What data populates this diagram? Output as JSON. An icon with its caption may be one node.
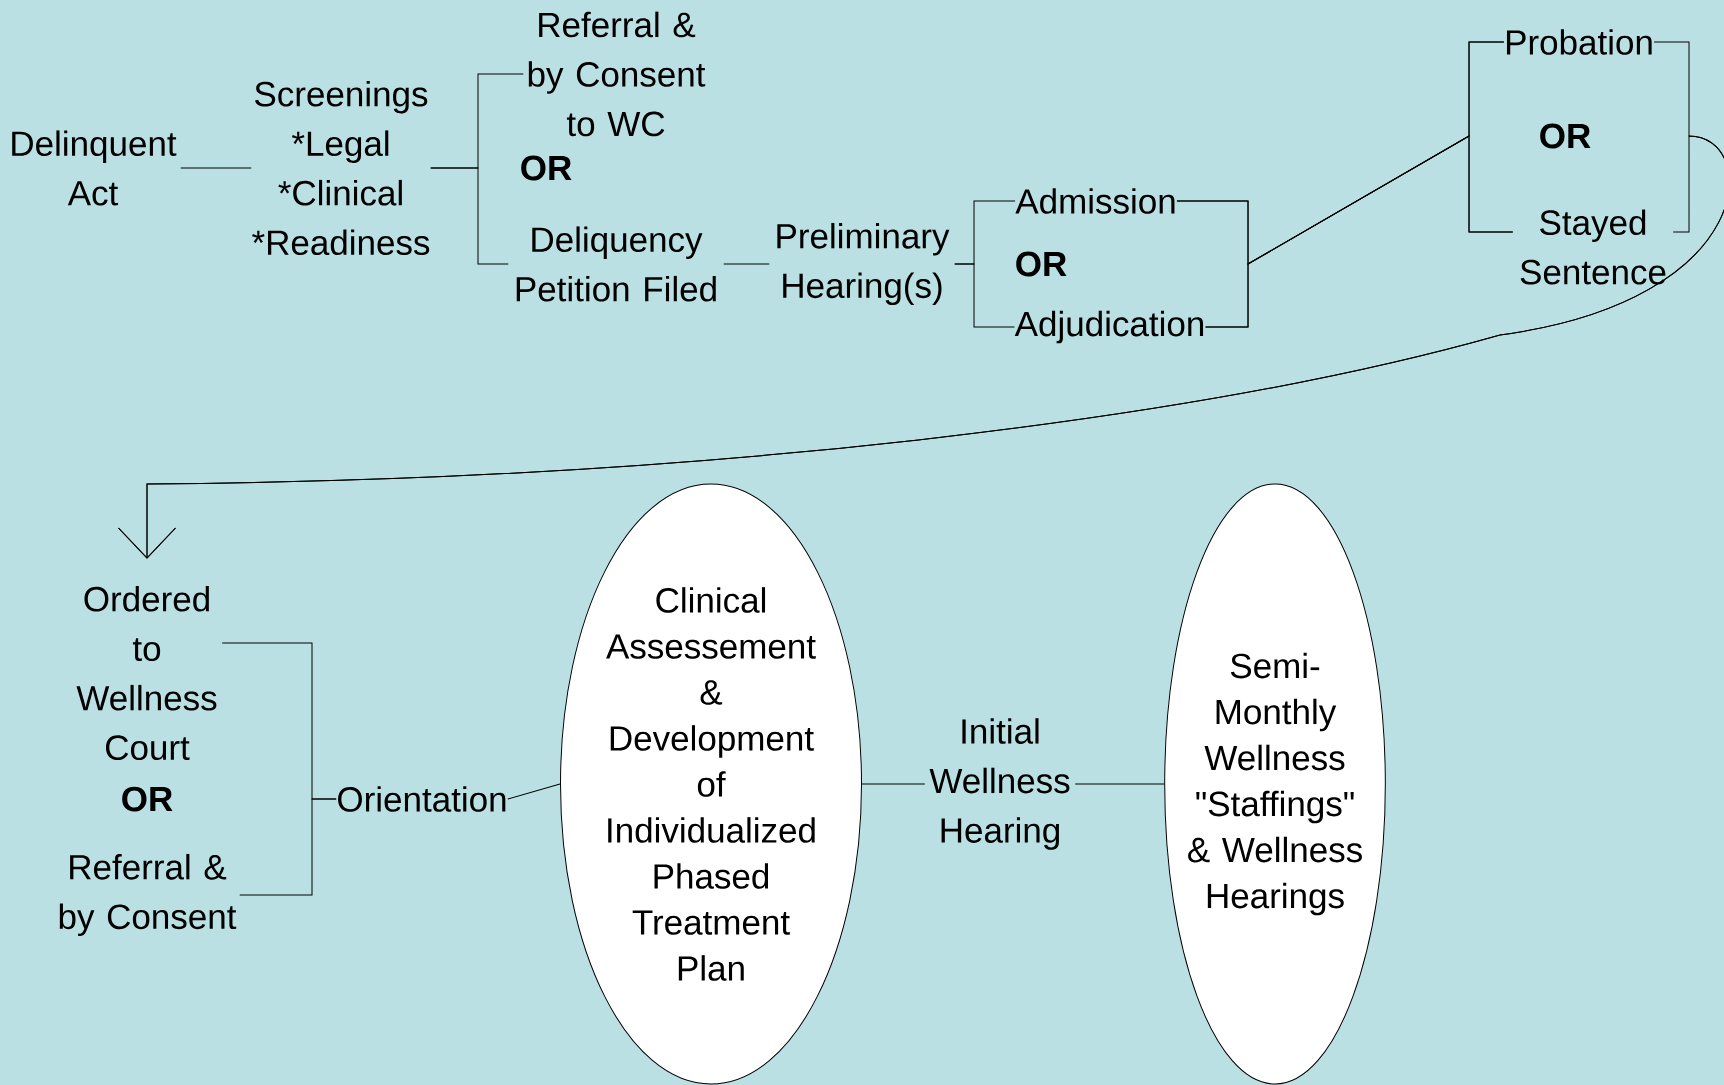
{
  "diagram": {
    "nodes": [
      {
        "text": [
          "Delinquent Act"
        ]
      },
      {
        "text": [
          "Screenings",
          "*Legal",
          "*Clinical",
          "*Readiness"
        ]
      },
      {
        "text": [
          "Referral & by Consent to WC"
        ]
      },
      {
        "text": [
          "Deliquency Petition Filed"
        ]
      },
      {
        "text": [
          "Preliminary Hearing(s)"
        ]
      },
      {
        "text": [
          "Admission"
        ]
      },
      {
        "text": [
          "Adjudication"
        ]
      },
      {
        "text": [
          "Probation"
        ]
      },
      {
        "text": [
          "Stayed Sentence"
        ]
      },
      {
        "text": [
          "Ordered to Wellness Court"
        ]
      },
      {
        "text": [
          "Referral & by Consent"
        ]
      },
      {
        "text": [
          "Orientation"
        ]
      },
      {
        "text": [
          "Clinical Assessement & Development of Individualized Phased Treatment Plan"
        ]
      },
      {
        "text": [
          "Initial Wellness Hearing"
        ]
      },
      {
        "text": [
          "Semi-Monthly Wellness \"Staffings\" & Wellness Hearings"
        ]
      }
    ],
    "edges": [
      {
        "from": 0,
        "to": 1,
        "arrow": "none"
      },
      {
        "from": 1,
        "to": 2,
        "arrow": "none"
      },
      {
        "from": 1,
        "to": 3,
        "arrow": "none"
      },
      {
        "from": 3,
        "to": 4,
        "arrow": "none"
      },
      {
        "from": 4,
        "to": 5,
        "arrow": "none"
      },
      {
        "from": 4,
        "to": 6,
        "arrow": "none"
      },
      {
        "from": 5,
        "to": 7,
        "arrow": "none"
      },
      {
        "from": 5,
        "to": 8,
        "arrow": "none"
      },
      {
        "from": 6,
        "to": 7,
        "arrow": "none"
      },
      {
        "from": 6,
        "to": 8,
        "arrow": "none"
      },
      {
        "from": 7,
        "to": 9,
        "arrow": "to"
      },
      {
        "from": 8,
        "to": 9,
        "arrow": "to"
      },
      {
        "from": 9,
        "to": 11,
        "arrow": "none"
      },
      {
        "from": 10,
        "to": 11,
        "arrow": "none"
      },
      {
        "from": 11,
        "to": 12,
        "arrow": "none"
      },
      {
        "from": 12,
        "to": 13,
        "arrow": "none"
      },
      {
        "from": 13,
        "to": 14,
        "arrow": "none"
      }
    ],
    "labels": [
      "OR",
      "OR",
      "OR",
      "OR"
    ]
  }
}
